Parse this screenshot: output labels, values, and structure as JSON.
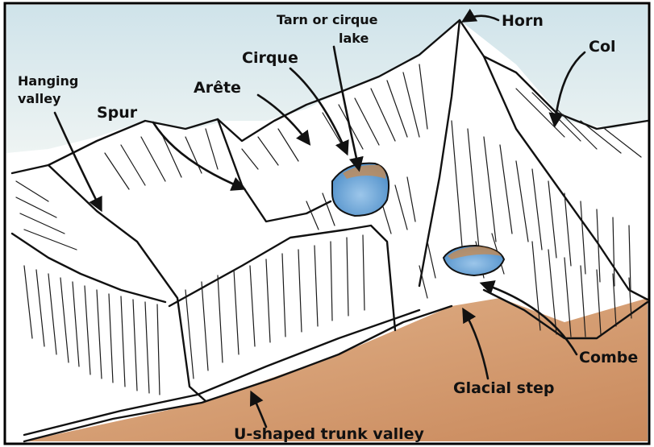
{
  "diagram": {
    "labels": {
      "tarn_line1": "Tarn or cirque",
      "tarn_line2": "lake",
      "horn": "Horn",
      "cirque": "Cirque",
      "col": "Col",
      "hanging_line1": "Hanging",
      "hanging_line2": "valley",
      "arete": "Arête",
      "spur": "Spur",
      "combe": "Combe",
      "glacial_step": "Glacial step",
      "trunk_valley": "U-shaped trunk valley"
    },
    "colors": {
      "sky": "#cfe3ea",
      "valley_floor": "#d9a57a",
      "lake_water": "#7fb0dc",
      "lake_rim": "#c98a4e",
      "ink": "#111111",
      "frame": "#000000"
    },
    "icons": [
      "arrow-icon"
    ]
  }
}
